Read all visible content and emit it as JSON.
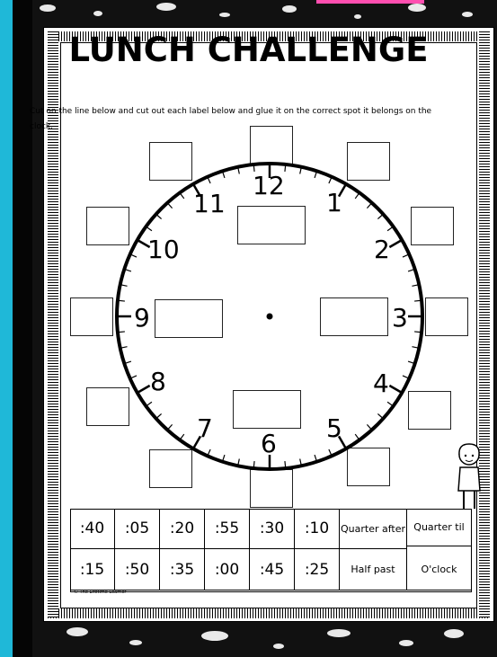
{
  "title": "LUNCH CHALLENGE",
  "instructions": "Cut on the line below and cut out each label below and glue it on the correct spot it belongs on the clock.",
  "clock": {
    "numbers": [
      "12",
      "1",
      "2",
      "3",
      "4",
      "5",
      "6",
      "7",
      "8",
      "9",
      "10",
      "11"
    ]
  },
  "labels_table": {
    "row1": [
      ":40",
      ":05",
      ":20",
      ":55",
      ":30",
      ":10",
      "Quarter after",
      "Quarter til"
    ],
    "row2": [
      ":15",
      ":50",
      ":35",
      ":00",
      ":45",
      ":25",
      "Half past",
      "O'clock"
    ]
  },
  "copyright": "© The Lifetime Learner"
}
